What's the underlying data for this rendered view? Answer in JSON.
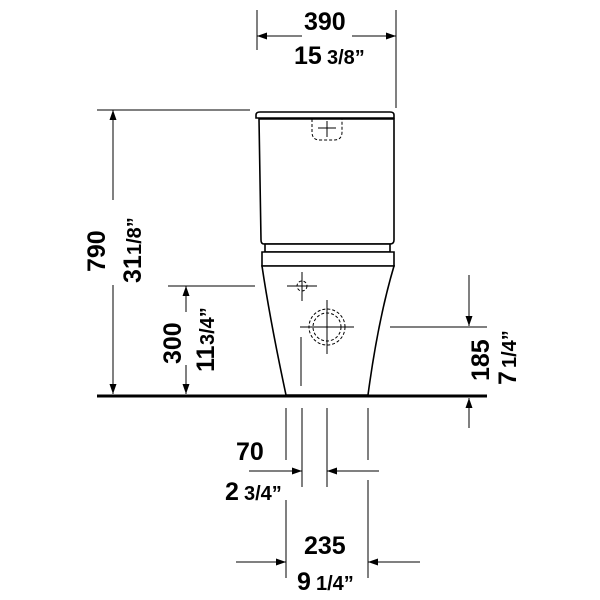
{
  "diagram": {
    "type": "technical-dimension-drawing",
    "subject": "close-coupled toilet, front view",
    "colors": {
      "line": "#000000",
      "background": "#ffffff"
    },
    "dimensions": {
      "width": {
        "mm": "390",
        "inch_whole": "15",
        "inch_frac": "3/8”"
      },
      "height": {
        "mm": "790",
        "inch_whole": "31",
        "inch_frac": "1/8”"
      },
      "inlet_height": {
        "mm": "300",
        "inch_whole": "11",
        "inch_frac": "3/4”"
      },
      "outlet_height": {
        "mm": "185",
        "inch_whole": "7",
        "inch_frac": "1/4”"
      },
      "outlet_offset": {
        "mm": "70",
        "inch_whole": "2",
        "inch_frac": "3/4”"
      },
      "base_width": {
        "mm": "235",
        "inch_whole": "9",
        "inch_frac": "1/4”"
      }
    }
  }
}
